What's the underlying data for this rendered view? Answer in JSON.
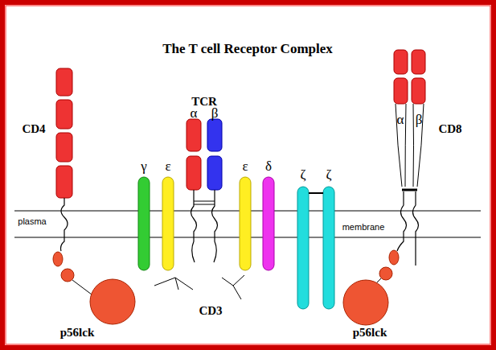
{
  "diagram": {
    "title": "The T cell Receptor Complex",
    "labels": [
      "CD4",
      "TCR",
      "α",
      "β",
      "γ",
      "ε",
      "ε",
      "δ",
      "ζ",
      "ζ",
      "CD8",
      "α",
      "β",
      "plasma",
      "membrane",
      "CD3",
      "p56lck",
      "p56lck"
    ]
  }
}
